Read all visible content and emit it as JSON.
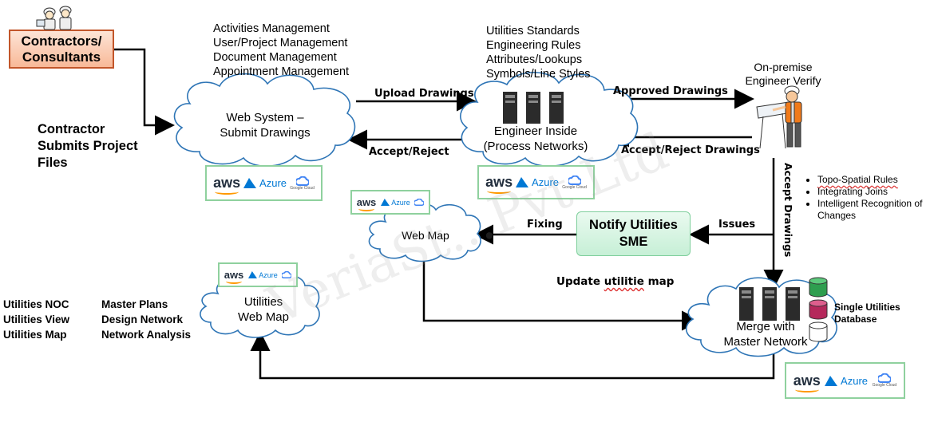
{
  "contractors_box": {
    "label": "Contractors/\nConsultants"
  },
  "contractor_submits": "Contractor\nSubmits Project\nFiles",
  "web_system_features": [
    "Activities Management",
    "User/Project Management",
    "Document Management",
    "Appointment Management"
  ],
  "engineer_features": [
    "Utilities Standards",
    "Engineering Rules",
    "Attributes/Lookups",
    "Symbols/Line Styles"
  ],
  "onpremise": "On-premise\nEngineer Verify",
  "clouds": {
    "web_system": "Web System –\nSubmit Drawings",
    "engineer_inside": "Engineer Inside\n(Process Networks)",
    "web_map": "Web Map",
    "utilities_web_map": "Utilities\nWeb Map",
    "merge": "Merge with\nMaster Network"
  },
  "arrow_labels": {
    "upload": "Upload Drawings",
    "approved": "Approved Drawings",
    "accept_reject": "Accept/Reject",
    "accept_reject_drawings": "Accept/Reject Drawings",
    "accept_drawings": "Accept Drawings",
    "fixing": "Fixing",
    "issues": "Issues"
  },
  "notify": "Notify Utilities\nSME",
  "update_map": {
    "prefix": "Update ",
    "underlined": "utilitie",
    "suffix": " map"
  },
  "rules": [
    "Topo-Spatial Rules",
    "Integrating Joins",
    "Intelligent Recognition of Changes"
  ],
  "database_label": "Single Utilities\nDatabase",
  "bottom_left": {
    "col1": [
      "Utilities NOC",
      "Utilities View",
      "Utilities Map"
    ],
    "col2": [
      "Master Plans",
      "Design Network",
      "Network Analysis"
    ]
  },
  "cloud_logos": {
    "aws": "aws",
    "azure": "Azure",
    "google": "Google Cloud"
  },
  "watermark": "VeriaSt...Pvt Ltd",
  "colors": {
    "aws_orange": "#ff9900",
    "azure_blue": "#0078d4",
    "box_green": "#8fd19e",
    "contractor_border": "#c2562a"
  }
}
